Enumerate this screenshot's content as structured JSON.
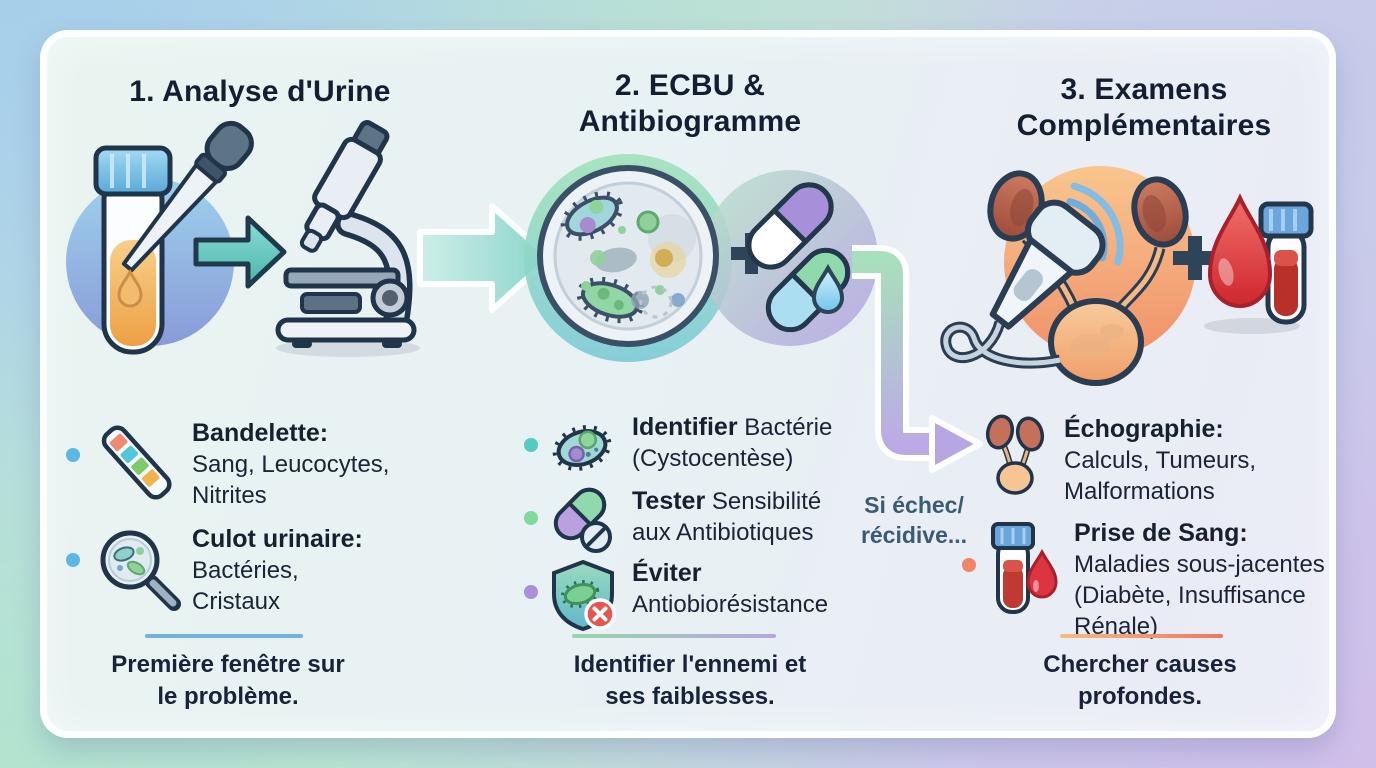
{
  "columns": [
    {
      "title": "1. Analyse d'Urine",
      "illustration": "urine-tube-dropper-arrow-microscope",
      "bullets": [
        {
          "icon": "urine-dipstick-icon",
          "dot_color": "#5cb6e6",
          "lead": "Bandelette:",
          "body": "Sang, Leucocytes,\nNitrites"
        },
        {
          "icon": "magnifier-bacteria-icon",
          "dot_color": "#5cb6e6",
          "lead": "Culot urinaire:",
          "body": "Bactéries,\nCristaux"
        }
      ],
      "divider_color": "#74b0d8",
      "summary": "Première fenêtre sur\nle problème."
    },
    {
      "title": "2. ECBU &\nAntibiogramme",
      "illustration": "petri-dish-plus-capsules-droplet",
      "bullets": [
        {
          "icon": "bacteria-icon",
          "dot_color": "#54cbc0",
          "lead": "Identifier",
          "body": " Bactérie\n(Cystocentèse)"
        },
        {
          "icon": "capsule-tablet-icon",
          "dot_color": "#82d99c",
          "lead": "Tester",
          "body": " Sensibilité\naux Antibiotiques"
        },
        {
          "icon": "shield-bacteria-icon",
          "dot_color": "#a98fdc",
          "lead": "Éviter",
          "body": "\nAntiobiorésistance"
        }
      ],
      "divider_gradient": [
        "#96d8a8",
        "#b7a4e2"
      ],
      "summary": "Identifier l'ennemi et\nses faiblesses."
    },
    {
      "title": "3. Examens\nComplémentaires",
      "illustration": "ultrasound-kidneys-plus-blood-sample",
      "bullets": [
        {
          "icon": "kidneys-bladder-icon",
          "dot_color": null,
          "lead": "Échographie:",
          "body": "Calculs, Tumeurs,\nMalformations"
        },
        {
          "icon": "blood-sample-icon",
          "dot_color": "#f0846a",
          "lead": "Prise de Sang:",
          "body": "Maladies sous-jacentes\n(Diabète, Insuffisance\nRénale)"
        }
      ],
      "divider_gradient": [
        "#f6bd7e",
        "#f2755f"
      ],
      "summary": "Chercher causes\nprofondes."
    }
  ],
  "connector": {
    "label": "Si échec/\nrécidive...",
    "color": "#3b5a74"
  }
}
